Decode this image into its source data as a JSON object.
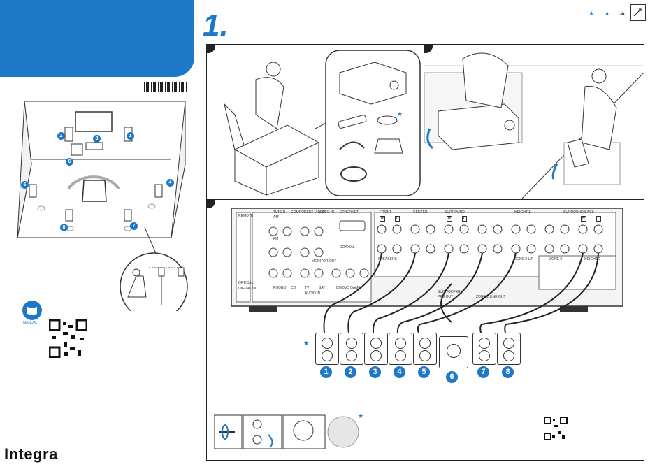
{
  "header": {
    "step_number": "1.",
    "stars": "★ ★ ★",
    "arrow": "→"
  },
  "brand": {
    "logo_text": "Integra"
  },
  "receiver_rear_labels": {
    "front": "FRONT",
    "center": "CENTER",
    "surround": "SURROUND",
    "height1": "HEIGHT 1",
    "surround_back": "SURROUND BACK",
    "speakers": "SPEAKERS",
    "zone2_lr": "ZONE 2 L/R",
    "zone2": "ZONE 2",
    "height2": "HEIGHT 2",
    "subwoofer": "SUBWOOFER",
    "pre_out": "PRE OUT",
    "zone2_line_out": "ZONE 2 LINE OUT",
    "tuner": "TUNER",
    "am": "AM",
    "fm": "FM",
    "remote": "REMOTE",
    "ethernet": "ETHERNET",
    "digital_in": "DIGITAL IN",
    "optical": "OPTICAL",
    "coaxial": "COAXIAL",
    "phono": "PHONO",
    "cd": "CD",
    "tv": "TV",
    "sat": "SAT",
    "audio_in": "AUDIO IN",
    "component_video": "COMPONENT VIDEO",
    "video_in": "VIDEO IN",
    "monitor_out": "MONITOR OUT",
    "bd_dvd": "BD/DVD",
    "game": "GAME"
  },
  "speaker_numbers": [
    "1",
    "2",
    "3",
    "4",
    "5",
    "6",
    "7",
    "8"
  ],
  "channel_tags": [
    "R",
    "L",
    "R",
    "L",
    "R",
    "L"
  ],
  "manual_label": "MANUAL",
  "colors": {
    "accent": "#1e78c8",
    "ink": "#222222"
  }
}
